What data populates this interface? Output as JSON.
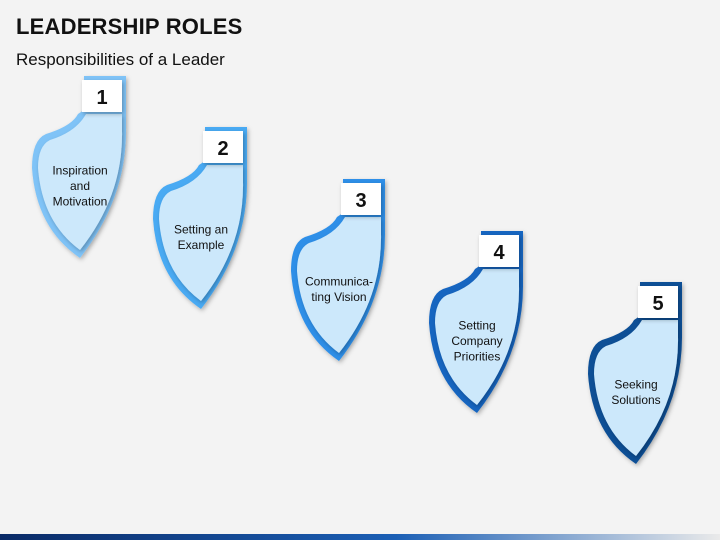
{
  "header": {
    "title": "LEADERSHIP ROLES",
    "subtitle": "Responsibilities of a Leader"
  },
  "diagram": {
    "steps": [
      {
        "number": "1",
        "lines": [
          "Inspiration",
          "and",
          "Motivation"
        ],
        "color": "#7fc3f7"
      },
      {
        "number": "2",
        "lines": [
          "Setting an",
          "Example"
        ],
        "color": "#49aaf3"
      },
      {
        "number": "3",
        "lines": [
          "Communica-",
          "ting Vision"
        ],
        "color": "#2f8fe8"
      },
      {
        "number": "4",
        "lines": [
          "Setting",
          "Company",
          "Priorities"
        ],
        "color": "#1565c0"
      },
      {
        "number": "5",
        "lines": [
          "Seeking",
          "Solutions"
        ],
        "color": "#0b4f96"
      }
    ],
    "fill_color": "#cce8fb",
    "badge_fill": "#ffffff"
  }
}
